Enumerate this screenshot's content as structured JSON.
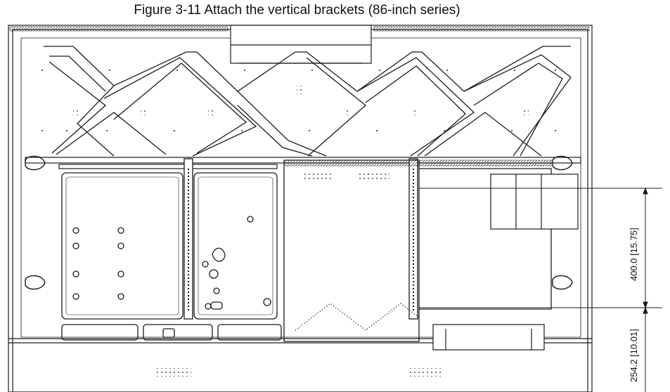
{
  "figure": {
    "caption": "Figure 3-11 Attach the vertical brackets (86-inch series)"
  },
  "dimensions": {
    "vertical_spacing": "400.0 [15.75]",
    "bottom_offset": "254.2 [10.01]"
  },
  "colors": {
    "line": "#1a1a1a",
    "bracket_fill": "#2a2a2a",
    "background": "#ffffff"
  }
}
